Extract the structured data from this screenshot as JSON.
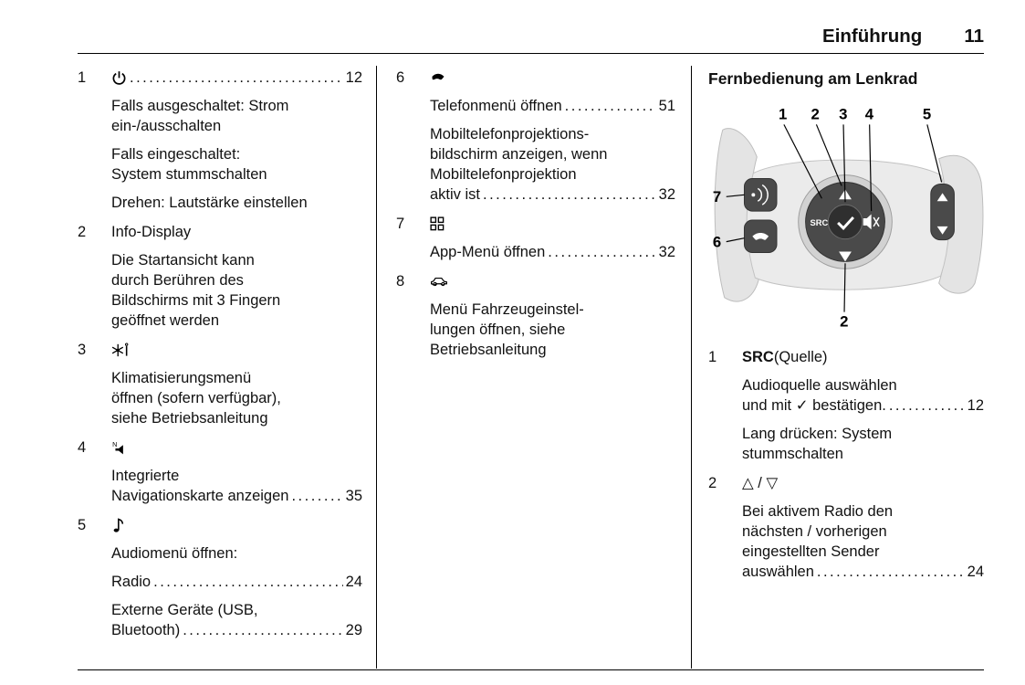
{
  "header": {
    "title": "Einführung",
    "page": "11"
  },
  "leader_dots": "................................................................................",
  "col1": {
    "entries": [
      {
        "num": "1",
        "icon": "power-icon",
        "pg": "12",
        "blocks": [
          {
            "text": "Falls ausgeschaltet: Strom\nein-/ausschalten"
          },
          {
            "text": "Falls eingeschaltet:\nSystem stummschalten"
          },
          {
            "text": "Drehen: Lautstärke einstellen"
          }
        ]
      },
      {
        "num": "2",
        "head_text": "Info-Display",
        "blocks": [
          {
            "text": "Die Startansicht kann\ndurch Berühren des\nBildschirms mit 3 Fingern\ngeöffnet werden"
          }
        ]
      },
      {
        "num": "3",
        "icon": "climate-icon",
        "blocks": [
          {
            "text": "Klimatisierungsmenü\nöffnen (sofern verfügbar),\nsiehe Betriebsanleitung"
          }
        ]
      },
      {
        "num": "4",
        "icon": "nav-speaker-icon",
        "blocks": [
          {
            "text": "Integrierte"
          },
          {
            "txt": "Navigationskarte anzeigen",
            "pg": "35"
          }
        ]
      },
      {
        "num": "5",
        "icon": "music-note-icon",
        "blocks": [
          {
            "text": "Audiomenü öffnen:"
          },
          {
            "txt": "Radio",
            "pg": "24"
          },
          {
            "text": "Externe Geräte (USB,"
          },
          {
            "txt": "Bluetooth)",
            "pg": "29"
          }
        ]
      }
    ]
  },
  "col2": {
    "entries": [
      {
        "num": "6",
        "icon": "phone-icon",
        "blocks": [
          {
            "txt": "Telefonmenü öffnen",
            "pg": "51"
          },
          {
            "text": "Mobiltelefonprojektions-\nbildschirm anzeigen, wenn\nMobiltelefonprojektion"
          },
          {
            "txt": "aktiv ist",
            "pg": "32"
          }
        ]
      },
      {
        "num": "7",
        "icon": "app-grid-icon",
        "blocks": [
          {
            "txt": "App-Menü öffnen",
            "pg": "32"
          }
        ]
      },
      {
        "num": "8",
        "icon": "car-icon",
        "blocks": [
          {
            "text": "Menü Fahrzeugeinstel-\nlungen öffnen, siehe\nBetriebsanleitung"
          }
        ]
      }
    ]
  },
  "col3": {
    "heading": "Fernbedienung am Lenkrad",
    "figure": {
      "name": "steering-wheel-remote",
      "src_label": "SRC",
      "callouts": {
        "c1": "1",
        "c2": "2",
        "c3": "3",
        "c4": "4",
        "c5": "5",
        "c6": "6",
        "c7": "7",
        "c2b": "2"
      }
    },
    "entries": [
      {
        "num": "1",
        "head_bold": "SRC",
        "head_rest": " (Quelle)",
        "blocks": [
          {
            "text": "Audioquelle auswählen"
          },
          {
            "txt": "und mit ✓ bestätigen.",
            "pg": "12"
          },
          {
            "text": "Lang drücken: System\nstummschalten"
          }
        ]
      },
      {
        "num": "2",
        "head_text": "△ / ▽",
        "blocks": [
          {
            "text": "Bei aktivem Radio den\nnächsten / vorherigen\neingestellten Sender"
          },
          {
            "txt": "auswählen",
            "pg": "24"
          }
        ]
      }
    ]
  }
}
